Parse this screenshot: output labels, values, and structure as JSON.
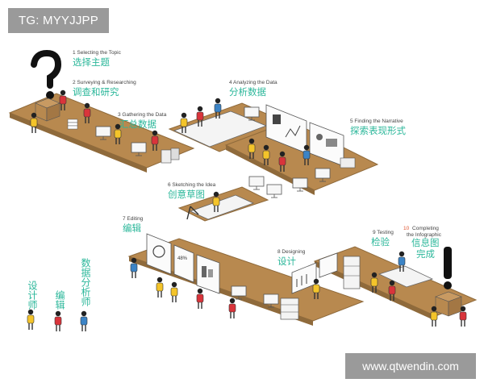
{
  "tag_label": "TG: MYYJJPP",
  "watermark_text": "www.qtwendin.com",
  "colors": {
    "board": "#b8894f",
    "board_edge": "#8f6a3b",
    "teal": "#2bb79a",
    "red": "#d9343b",
    "yellow": "#f4c42a",
    "blue": "#3c84c6"
  },
  "steps": [
    {
      "en": "1 Selecting the Topic",
      "zh": "选择主题"
    },
    {
      "en": "2 Surveying & Researching",
      "zh": "调查和研究"
    },
    {
      "en": "3 Gathering the Data",
      "zh": "汇总数据"
    },
    {
      "en": "4 Analyzing the Data",
      "zh": "分析数据"
    },
    {
      "en": "5 Finding the Narrative",
      "zh": "探索表现形式"
    },
    {
      "en": "6 Sketching the Idea",
      "zh": "创意草图"
    },
    {
      "en": "7 Editing",
      "zh": "编辑"
    },
    {
      "en": "8 Designing",
      "zh": "设计"
    },
    {
      "en": "9 Testing",
      "zh": "检验"
    },
    {
      "en_num": "10",
      "en": "Completing",
      "en2": "the Infographic",
      "zh": "信息图",
      "zh2": "完成"
    }
  ],
  "legend": [
    {
      "label": "设计师",
      "color": "yellow"
    },
    {
      "label": "编辑",
      "color": "red"
    },
    {
      "label": "数据分析师",
      "color": "blue"
    }
  ]
}
